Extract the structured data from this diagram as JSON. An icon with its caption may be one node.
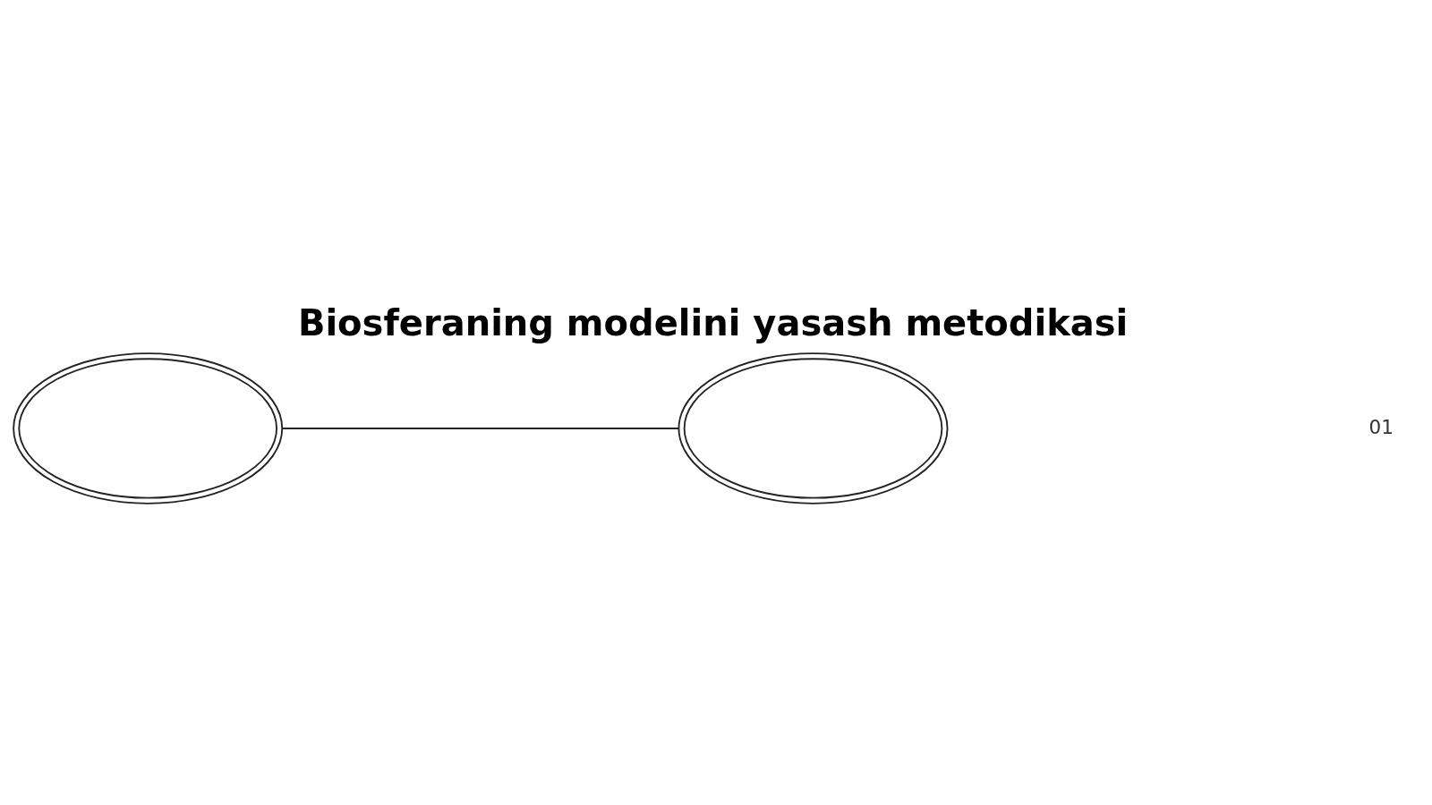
{
  "diagram": {
    "title": "Biosferaning modelini yasash metodikasi",
    "nodes": [
      {
        "text": [],
        "shape": "ellipse"
      },
      {
        "text": [],
        "shape": "ellipse"
      }
    ],
    "edges": [
      {
        "from": 0,
        "to": 1,
        "arrow": "none"
      }
    ],
    "labels": [
      "01"
    ]
  }
}
